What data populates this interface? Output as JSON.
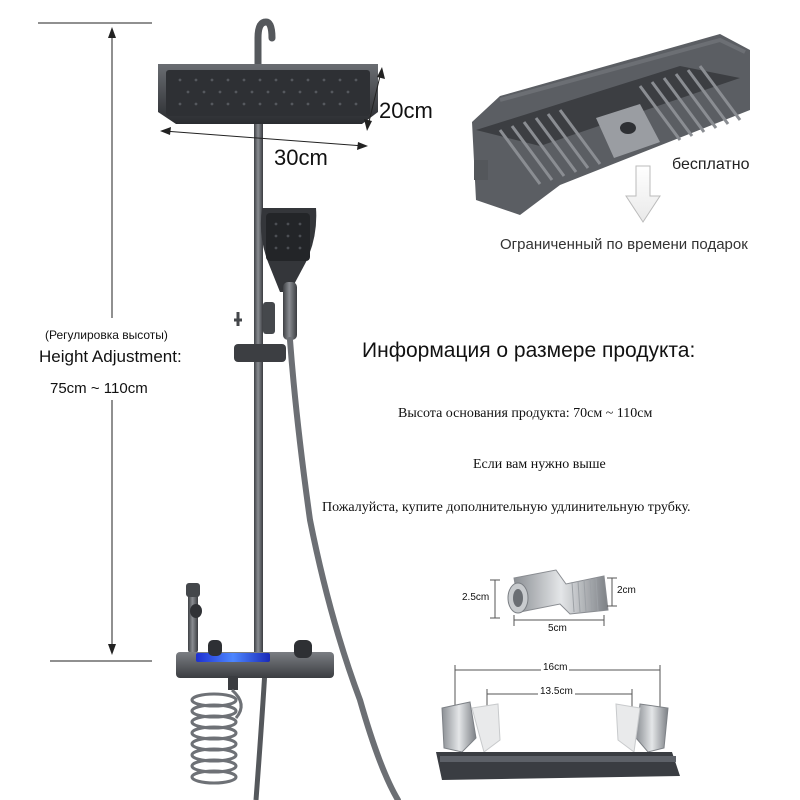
{
  "dimensions": {
    "head_depth": "20cm",
    "head_width": "30cm"
  },
  "height_adjustment": {
    "label_ru": "(Регулировка высоты)",
    "label_en": "Height Adjustment:",
    "range": "75cm ~ 110cm"
  },
  "gift": {
    "free_label": "бесплатно",
    "caption": "Ограниченный по времени подарок"
  },
  "product_info": {
    "heading": "Информация о размере продукта:",
    "base_height": "Высота основания продукта: 70см ~ 110см",
    "need_higher": "Если вам нужно выше",
    "buy_extension": "Пожалуйста, купите дополнительную удлинительную трубку."
  },
  "fitting": {
    "height_25": "2.5cm",
    "height_2": "2cm",
    "length_5": "5cm"
  },
  "mounts": {
    "outer_width": "16cm",
    "inner_width": "13.5cm"
  },
  "colors": {
    "gunmetal": "#4a4c50",
    "dark": "#2b2d31",
    "accent_blue": "#3a6df0",
    "text": "#111111"
  }
}
